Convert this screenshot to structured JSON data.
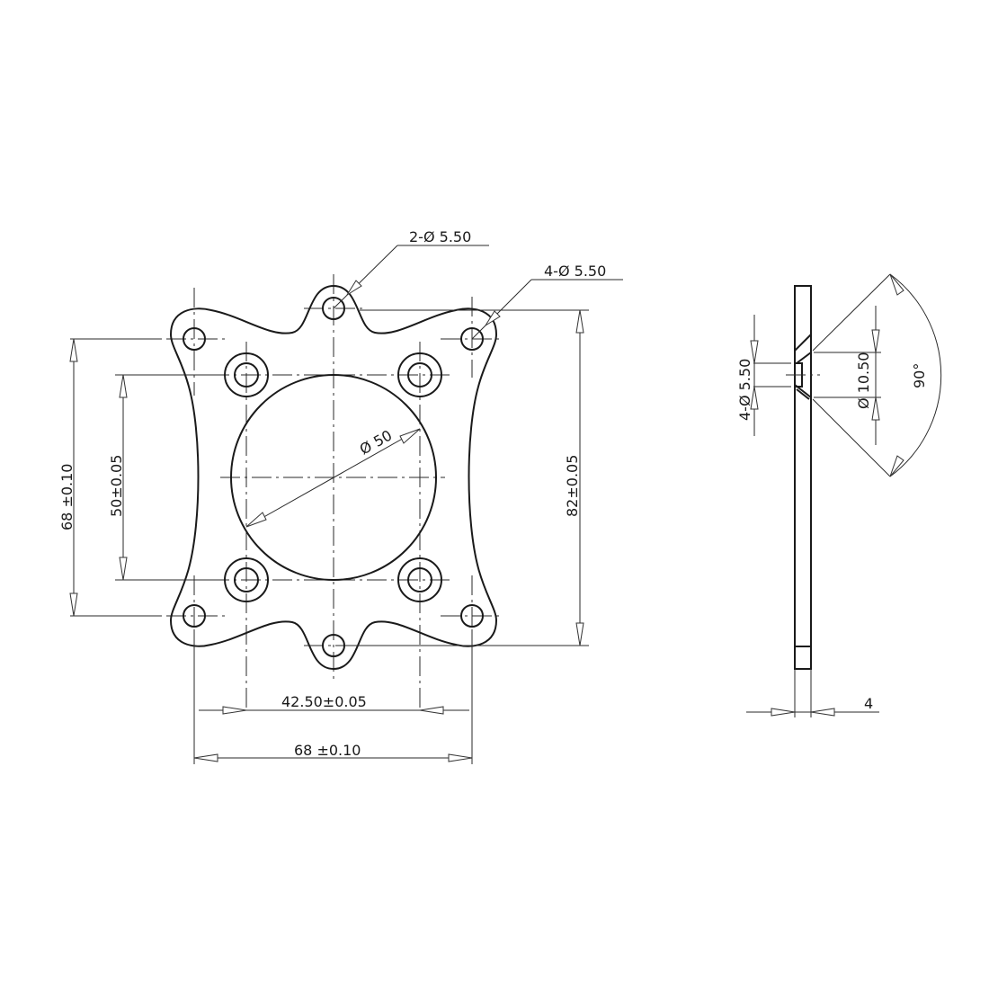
{
  "drawing": {
    "type": "engineering-drawing",
    "subject": "mounting flange plate",
    "front_view": {
      "callouts": {
        "top_hole": "2-Ø 5.50",
        "corner_holes": "4-Ø 5.50",
        "center_bore": "Ø 50"
      },
      "dimensions": {
        "outer_height": "68 ±0.10",
        "inner_height": "50±0.05",
        "overall_height": "82±0.05",
        "inner_width": "42.50±0.05",
        "outer_width": "68 ±0.10"
      }
    },
    "side_view": {
      "dimensions": {
        "hole_diameter": "4-Ø 5.50",
        "countersink_diameter": "Ø 10.50",
        "countersink_angle": "90°",
        "thickness": "4"
      }
    }
  },
  "colors": {
    "line": "#1a1a1a",
    "background": "#ffffff"
  }
}
